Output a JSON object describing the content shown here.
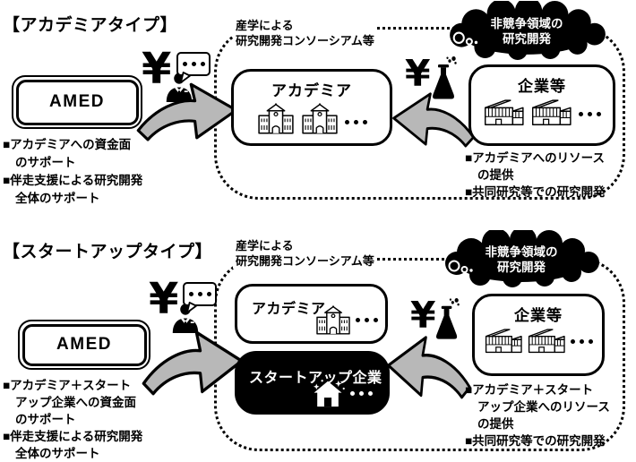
{
  "colors": {
    "ink": "#000000",
    "arrow_fill": "#b8b8b8",
    "box_white": "#ffffff"
  },
  "academia_type": {
    "title": "【アカデミアタイプ】",
    "amed_label": "AMED",
    "amed_bullets": {
      "l1": "■アカデミアへの資金面",
      "l2": "のサポート",
      "l3": "■伴走支援による研究開発",
      "l4": "全体のサポート"
    },
    "consortium_label": {
      "l1": "産学による",
      "l2": "研究開発コンソーシアム等"
    },
    "cloud": {
      "l1": "非競争領域の",
      "l2": "研究開発"
    },
    "yen_left": "¥",
    "yen_right": "¥",
    "academia_box_label": "アカデミア",
    "company_box_label": "企業等",
    "company_bullets": {
      "l1": "■アカデミアへのリソース",
      "l2": "の提供",
      "l3": "■共同研究等での研究開発"
    }
  },
  "startup_type": {
    "title": "【スタートアップタイプ】",
    "amed_label": "AMED",
    "amed_bullets": {
      "l1": "■アカデミア＋スタート",
      "l2": "アップ企業への資金面",
      "l3": "のサポート",
      "l4": "■伴走支援による研究開発",
      "l5": "全体のサポート"
    },
    "consortium_label": {
      "l1": "産学による",
      "l2": "研究開発コンソーシアム等"
    },
    "cloud": {
      "l1": "非競争領域の",
      "l2": "研究開発"
    },
    "yen_left": "¥",
    "yen_right": "¥",
    "academia_box_label": "アカデミア",
    "startup_box_label": "スタートアップ企業",
    "company_box_label": "企業等",
    "company_bullets": {
      "l1": "■アカデミア＋スタート",
      "l2": "アップ企業へのリソース",
      "l3": "の提供",
      "l4": "■共同研究等での研究開発"
    }
  }
}
